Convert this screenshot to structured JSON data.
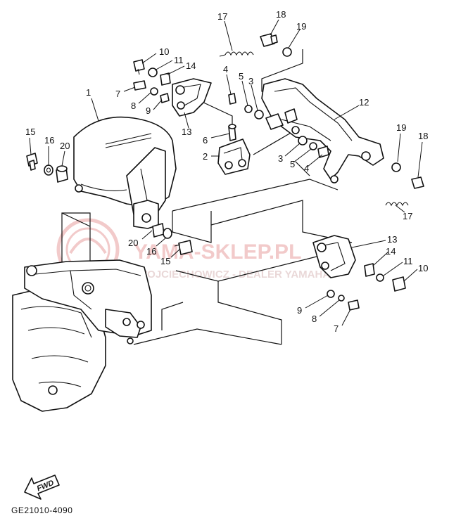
{
  "diagram": {
    "callouts": {
      "c1": "1",
      "c2": "2",
      "c3a": "3",
      "c3b": "3",
      "c4a": "4",
      "c4b": "4",
      "c5a": "5",
      "c5b": "5",
      "c6": "6",
      "c7a": "7",
      "c7b": "7",
      "c8a": "8",
      "c8b": "8",
      "c9a": "9",
      "c9b": "9",
      "c10a": "10",
      "c10b": "10",
      "c11a": "11",
      "c11b": "11",
      "c12": "12",
      "c13a": "13",
      "c13b": "13",
      "c14a": "14",
      "c14b": "14",
      "c15a": "15",
      "c15b": "15",
      "c16a": "16",
      "c16b": "16",
      "c17a": "17",
      "c17b": "17",
      "c18a": "18",
      "c18b": "18",
      "c19a": "19",
      "c19b": "19",
      "c20a": "20",
      "c20b": "20"
    },
    "fwd_label": "FWD",
    "drawing_code": "GE21010-4090",
    "watermark": {
      "brand": "YAMA-SKLEP.PL",
      "dealer": "WOJCIECHOWICZ - DEALER YAMAHA",
      "color": "#e8a0a0"
    }
  }
}
